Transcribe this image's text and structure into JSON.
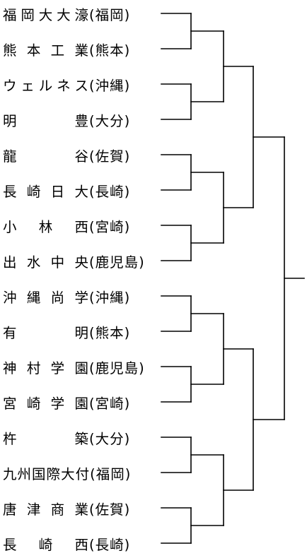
{
  "bracket": {
    "teams": [
      {
        "school": "福岡大大濠",
        "pref": "(福岡)"
      },
      {
        "school": "熊本工業",
        "pref": "(熊本)"
      },
      {
        "school": "ウェルネス",
        "pref": "(沖縄)"
      },
      {
        "school": "明豊",
        "pref": "(大分)"
      },
      {
        "school": "龍谷",
        "pref": "(佐賀)"
      },
      {
        "school": "長崎日大",
        "pref": "(長崎)"
      },
      {
        "school": "小林西",
        "pref": "(宮崎)"
      },
      {
        "school": "出水中央",
        "pref": "(鹿児島)"
      },
      {
        "school": "沖縄尚学",
        "pref": "(沖縄)"
      },
      {
        "school": "有明",
        "pref": "(熊本)"
      },
      {
        "school": "神村学園",
        "pref": "(鹿児島)"
      },
      {
        "school": "宮崎学園",
        "pref": "(宮崎)"
      },
      {
        "school": "杵築",
        "pref": "(大分)"
      },
      {
        "school": "九州国際大付",
        "pref": "(福岡)"
      },
      {
        "school": "唐津商業",
        "pref": "(佐賀)"
      },
      {
        "school": "長崎西",
        "pref": "(長崎)"
      }
    ]
  }
}
